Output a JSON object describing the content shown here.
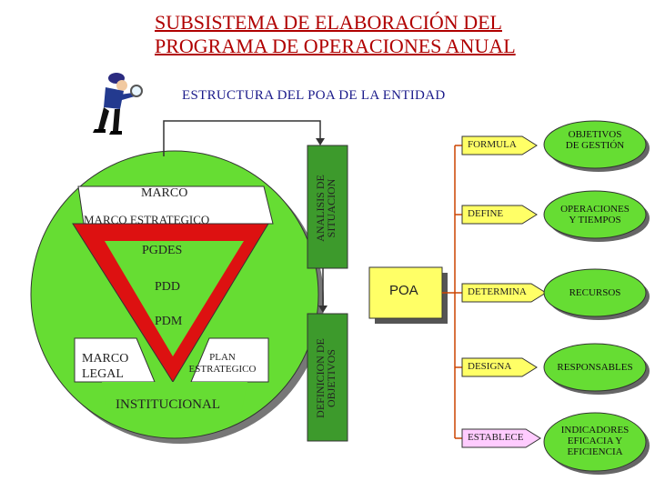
{
  "title": {
    "line1": "SUBSISTEMA DE ELABORACIÓN DEL",
    "line2": "PROGRAMA DE OPERACIONES ANUAL"
  },
  "subtitle": "ESTRUCTURA DEL POA DE LA ENTIDAD",
  "circle": {
    "marco": "MARCO",
    "marco_estrategico": "MARCO ESTRATEGICO",
    "pgdes": "PGDES",
    "pdd": "PDD",
    "pdm": "PDM",
    "marco_legal": [
      "MARCO",
      "LEGAL"
    ],
    "plan_estrategico": [
      "PLAN",
      "ESTRATEGICO"
    ],
    "institucional": "INSTITUCIONAL"
  },
  "bars": {
    "analisis": [
      "ANALISIS DE",
      "SITUACION"
    ],
    "definicion": [
      "DEFINICION DE",
      "OBJETIVOS"
    ]
  },
  "poa": "POA",
  "rows": [
    {
      "verb": "FORMULA",
      "verb_color": "#ffff66",
      "result": [
        "OBJETIVOS",
        "DE GESTIÓN"
      ]
    },
    {
      "verb": "DEFINE",
      "verb_color": "#ffff66",
      "result": [
        "OPERACIONES",
        "Y TIEMPOS"
      ]
    },
    {
      "verb": "DETERMINA",
      "verb_color": "#ffff66",
      "result": [
        "RECURSOS"
      ]
    },
    {
      "verb": "DESIGNA",
      "verb_color": "#ffff66",
      "result": [
        "RESPONSABLES"
      ]
    },
    {
      "verb": "ESTABLECE",
      "verb_color": "#ffccff",
      "result": [
        "INDICADORES",
        "EFICACIA  Y",
        "EFICIENCIA"
      ]
    }
  ],
  "colors": {
    "title": "#b00000",
    "circle": "#66dd33",
    "triangle": "#dd1111",
    "bar": "#3d9a2c",
    "poa": "#ffff66",
    "ellipse": "#66dd33",
    "connector": "#cc4400"
  },
  "icons": [
    "detective-magnifier-icon"
  ]
}
